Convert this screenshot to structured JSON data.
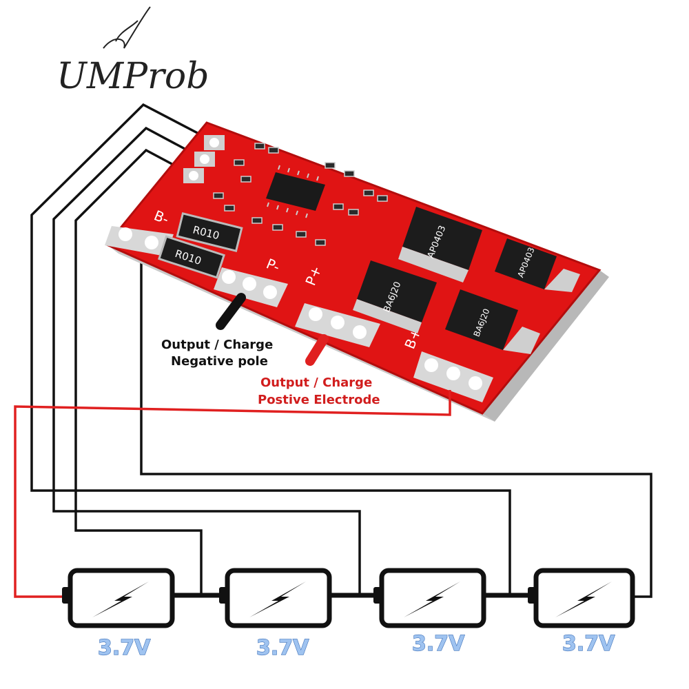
{
  "brand": {
    "name": "UMProb"
  },
  "board": {
    "pad_labels": {
      "b_minus": "B-",
      "p_minus": "P-",
      "p_plus": "P+",
      "b_plus": "B+"
    },
    "resistor_labels": [
      "R010",
      "R010"
    ],
    "mosfet_labels": [
      "AP0403",
      "BA6J20"
    ]
  },
  "labels": {
    "negative": {
      "line1": "Output / Charge",
      "line2": "Negative pole"
    },
    "positive": {
      "line1": "Output / Charge",
      "line2": "Postive Electrode"
    }
  },
  "batteries": [
    {
      "voltage": "3.7V"
    },
    {
      "voltage": "3.7V"
    },
    {
      "voltage": "3.7V"
    },
    {
      "voltage": "3.7V"
    }
  ],
  "colors": {
    "pcb": "#e01414",
    "pcb_edge": "#b30d0d",
    "pad": "#d9d9d9",
    "wire": "#111111",
    "wire_positive": "#e02020",
    "voltage_text": "#9fc3f0"
  }
}
